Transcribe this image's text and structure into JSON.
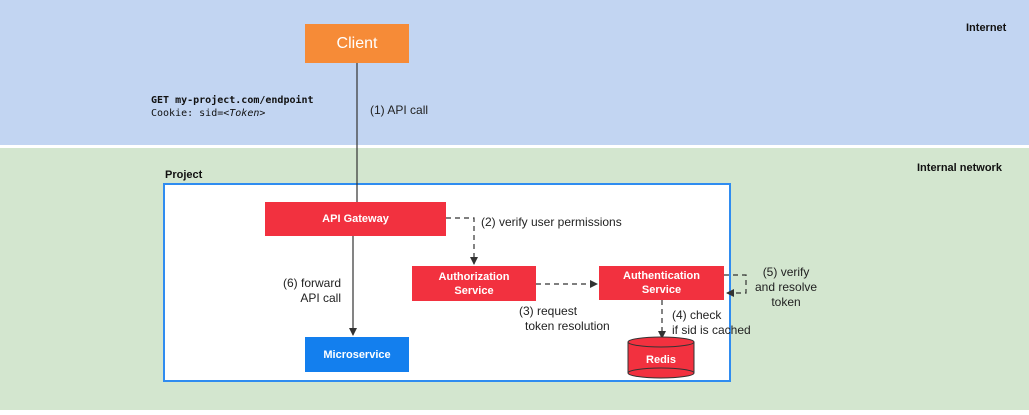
{
  "zones": {
    "internet": "Internet",
    "internal": "Internal network",
    "project": "Project"
  },
  "nodes": {
    "client": "Client",
    "api_gateway": "API Gateway",
    "authorization": [
      "Authorization",
      "Service"
    ],
    "authentication": [
      "Authentication",
      "Service"
    ],
    "microservice": "Microservice",
    "redis": "Redis"
  },
  "request": {
    "line1": "GET my-project.com/endpoint",
    "line2_prefix": "Cookie: sid=",
    "line2_token": "<Token>"
  },
  "edges": {
    "api_call": "(1) API call",
    "verify_permissions": "(2) verify user permissions",
    "request_resolution": [
      "(3) request",
      "token resolution"
    ],
    "check_cached": [
      "(4) check",
      "if sid is cached"
    ],
    "verify_resolve": [
      "(5) verify",
      "and resolve",
      "token"
    ],
    "forward_call": [
      "(6) forward",
      "API call"
    ]
  },
  "colors": {
    "client": "#f68b37",
    "service": "#f2313f",
    "microservice": "#137fee",
    "internet_bg": "#c2d5f2",
    "internal_bg": "#d3e6cf",
    "project_border": "#2f8cf0"
  }
}
